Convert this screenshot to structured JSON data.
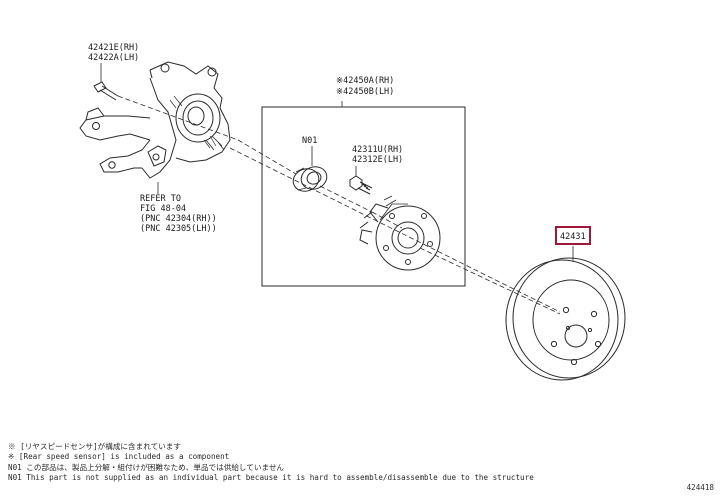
{
  "parts": {
    "knuckle_rh": "42421E(RH)",
    "knuckle_lh": "42422A(LH)",
    "hub_assy_rh": "※42450A(RH)",
    "hub_assy_lh": "※42450B(LH)",
    "n01": "N01",
    "bolt_rh": "42311U(RH)",
    "bolt_lh": "42312E(LH)",
    "disc": "42431"
  },
  "refer": {
    "line1": "REFER TO",
    "line2": "FIG 48-04",
    "line3": "(PNC 42304(RH))",
    "line4": "(PNC 42305(LH))"
  },
  "notes": [
    "※ [リヤスピードセンサ]が構成に含まれています",
    "※ [Rear speed sensor] is included as a component",
    "N01 この部品は、製品上分解・組付けが困難なため、単品では供給していません",
    "N01 This part is not supplied as an individual part because it is hard to assemble/disassemble due to the structure"
  ],
  "diagram_id": "424418",
  "colors": {
    "line": "#2a2a2a",
    "highlight": "#a0173a"
  }
}
